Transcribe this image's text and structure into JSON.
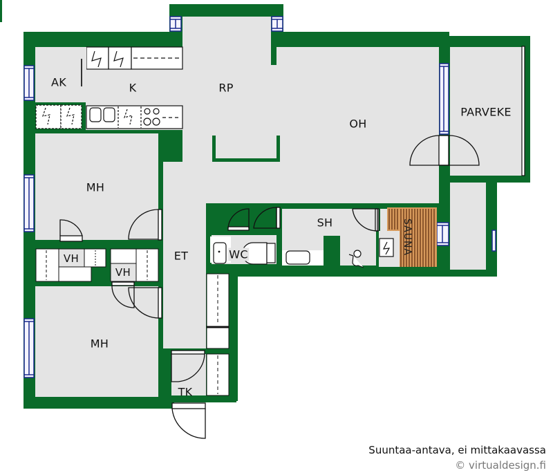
{
  "floorplan": {
    "colors": {
      "wall": "#0a6b2a",
      "floor": "#e4e4e4",
      "fixture": "#ffffff",
      "window": "#1b2a8c",
      "sauna_wood": "#d79a5c",
      "sauna_lines": "#5a2a0c",
      "text": "#111111",
      "copyright": "#777777"
    },
    "rooms": [
      {
        "id": "ak",
        "label": "AK"
      },
      {
        "id": "k",
        "label": "K"
      },
      {
        "id": "rp",
        "label": "RP"
      },
      {
        "id": "oh",
        "label": "OH"
      },
      {
        "id": "parveke",
        "label": "PARVEKE"
      },
      {
        "id": "mh1",
        "label": "MH"
      },
      {
        "id": "mh2",
        "label": "MH"
      },
      {
        "id": "vh1",
        "label": "VH"
      },
      {
        "id": "vh2",
        "label": "VH"
      },
      {
        "id": "et",
        "label": "ET"
      },
      {
        "id": "wc",
        "label": "WC"
      },
      {
        "id": "sh",
        "label": "SH"
      },
      {
        "id": "sauna",
        "label": "SAUNA"
      },
      {
        "id": "tk",
        "label": "TK"
      }
    ],
    "icons": [
      "window-icon",
      "door-swing-icon",
      "double-door-icon",
      "fridge-icon",
      "freezer-icon",
      "sink-icon",
      "stove-icon",
      "dishwasher-icon",
      "toilet-icon",
      "washbasin-icon",
      "shower-icon",
      "sauna-heater-icon",
      "closet-icon"
    ]
  },
  "footer": {
    "disclaimer": "Suuntaa-antava, ei mittakaavassa",
    "copyright": "© virtualdesign.fi"
  }
}
